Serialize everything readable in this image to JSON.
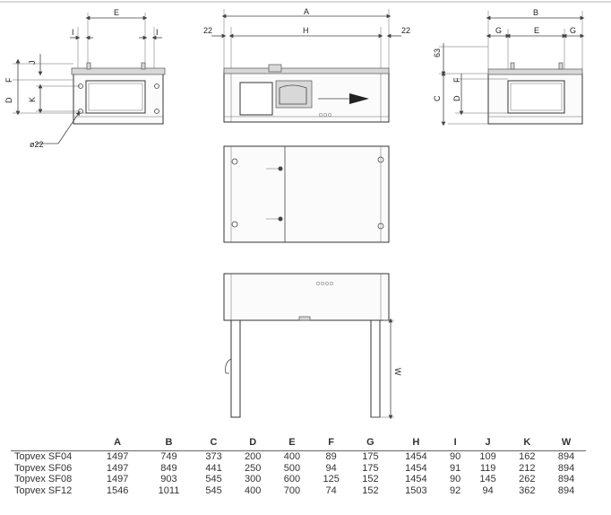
{
  "drawing": {
    "labels": {
      "A": "A",
      "B": "B",
      "C": "C",
      "D": "D",
      "E": "E",
      "F": "F",
      "G": "G",
      "H": "H",
      "I": "I",
      "J": "J",
      "K": "K",
      "W": "W",
      "dim_22": "22",
      "dim_63": "63",
      "hole": "ø22"
    }
  },
  "table": {
    "columns": [
      "A",
      "B",
      "C",
      "D",
      "E",
      "F",
      "G",
      "H",
      "I",
      "J",
      "K",
      "W"
    ],
    "rows": [
      {
        "model": "Topvex SF04",
        "values": [
          "1497",
          "749",
          "373",
          "200",
          "400",
          "89",
          "175",
          "1454",
          "90",
          "109",
          "162",
          "894"
        ]
      },
      {
        "model": "Topvex SF06",
        "values": [
          "1497",
          "849",
          "441",
          "250",
          "500",
          "94",
          "175",
          "1454",
          "91",
          "119",
          "212",
          "894"
        ]
      },
      {
        "model": "Topvex SF08",
        "values": [
          "1497",
          "903",
          "545",
          "300",
          "600",
          "125",
          "152",
          "1454",
          "90",
          "145",
          "262",
          "894"
        ]
      },
      {
        "model": "Topvex SF12",
        "values": [
          "1546",
          "1011",
          "545",
          "400",
          "700",
          "74",
          "152",
          "1503",
          "92",
          "94",
          "362",
          "894"
        ]
      }
    ]
  }
}
